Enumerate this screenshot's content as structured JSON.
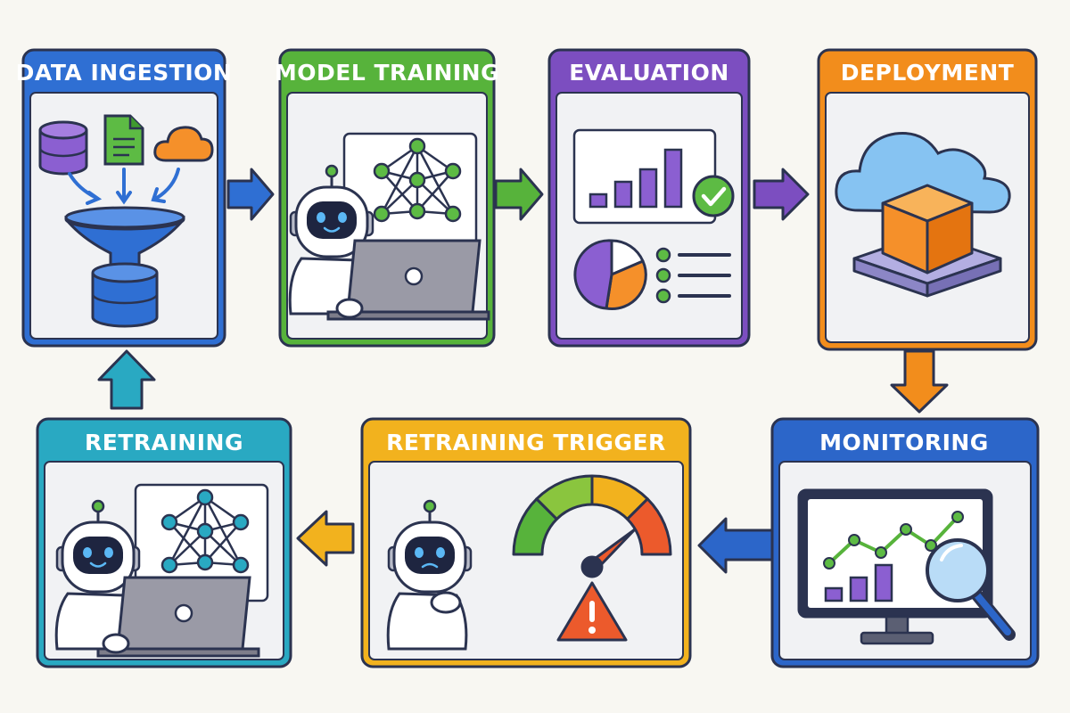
{
  "colors": {
    "background": "#f8f7f2",
    "outline": "#2b3350",
    "panel": "#f1f2f4",
    "ingestion": "#2f6fd3",
    "training": "#57b33b",
    "evaluation": "#7c4ec0",
    "deployment": "#f28d1c",
    "monitoring": "#2c66c9",
    "trigger": "#f2b21e",
    "retraining": "#29a9c2",
    "purple_fill": "#8b5fd1",
    "orange_fill": "#f5902a",
    "green_fill": "#5dbb44",
    "cloud_fill": "#86c3f2",
    "warning": "#ec5a2c"
  },
  "stages": {
    "ingestion": {
      "title": "DATA INGESTION",
      "icons": [
        "database-icon",
        "document-icon",
        "cloud-icon",
        "funnel-icon",
        "storage-icon"
      ]
    },
    "training": {
      "title": "MODEL TRAINING",
      "icons": [
        "robot-icon",
        "neural-network-icon",
        "laptop-icon"
      ]
    },
    "evaluation": {
      "title": "EVALUATION",
      "icons": [
        "bar-chart-icon",
        "check-icon",
        "pie-chart-icon",
        "checklist-icon"
      ]
    },
    "deployment": {
      "title": "DEPLOYMENT",
      "icons": [
        "cloud-icon",
        "cube-icon",
        "platform-icon"
      ]
    },
    "monitoring": {
      "title": "MONITORING",
      "icons": [
        "monitor-icon",
        "line-chart-icon",
        "magnifier-icon"
      ]
    },
    "trigger": {
      "title": "RETRAINING TRIGGER",
      "icons": [
        "robot-icon",
        "gauge-icon",
        "warning-icon"
      ]
    },
    "retraining": {
      "title": "RETRAINING",
      "icons": [
        "robot-icon",
        "neural-network-icon",
        "laptop-icon"
      ]
    }
  },
  "flow": [
    "ingestion",
    "training",
    "evaluation",
    "deployment",
    "monitoring",
    "trigger",
    "retraining",
    "ingestion"
  ]
}
